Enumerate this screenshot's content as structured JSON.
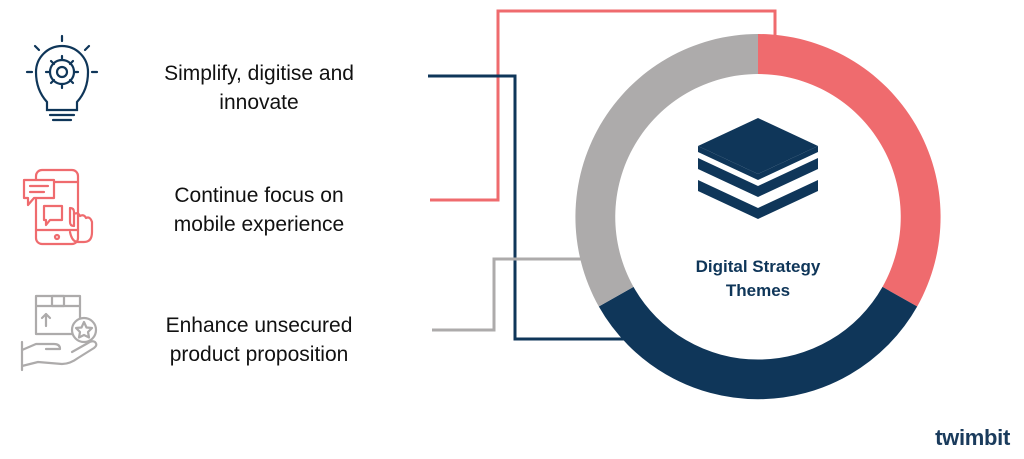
{
  "themes": [
    {
      "line1": "Simplify, digitise and",
      "line2": "innovate",
      "icon": "lightbulb-gear-icon",
      "color": "#0f3659"
    },
    {
      "line1": "Continue focus on",
      "line2": "mobile experience",
      "icon": "mobile-chat-icon",
      "color": "#ef6b6e"
    },
    {
      "line1": "Enhance unsecured",
      "line2": "product proposition",
      "icon": "hand-box-star-icon",
      "color": "#adabab"
    }
  ],
  "center": {
    "line1": "Digital Strategy",
    "line2": "Themes",
    "icon": "layers-icon"
  },
  "ring_colors": {
    "red": "#ef6b6e",
    "navy": "#0f3659",
    "gray": "#adabab"
  },
  "brand": {
    "name": "twimbit"
  }
}
